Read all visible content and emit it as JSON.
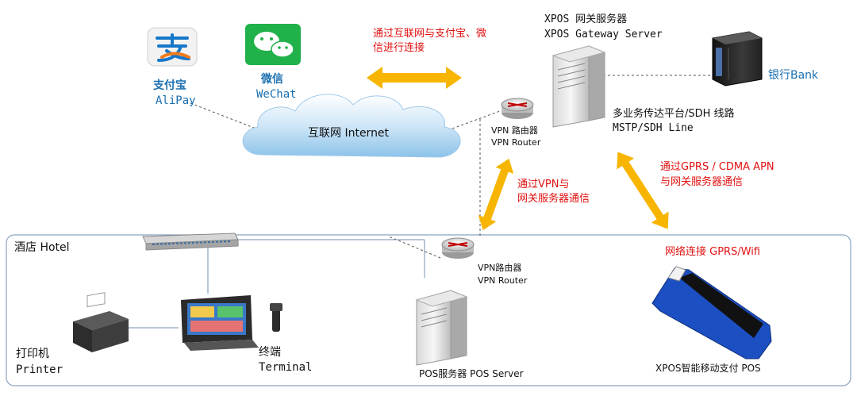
{
  "hotel": {
    "label": "酒店 Hotel"
  },
  "alipay": {
    "label_cn": "支付宝",
    "label_en": "AliPay"
  },
  "wechat": {
    "label_cn": "微信",
    "label_en": "WeChat"
  },
  "internet": {
    "label": "互联网 Internet"
  },
  "internet_link": {
    "line1": "通过互联网与支付宝、微",
    "line2": "信进行连接"
  },
  "gateway": {
    "label_cn": "XPOS 网关服务器",
    "label_en": "XPOS Gateway Server"
  },
  "bank": {
    "label": "银行Bank"
  },
  "mstp": {
    "line1": "多业务传达平台/SDH 线路",
    "line2": "MSTP/SDH Line"
  },
  "vpn_router_top": {
    "line1": "VPN 路由器",
    "line2": "VPN Router"
  },
  "vpn_link": {
    "line1": "通过VPN与",
    "line2": "网关服务器通信"
  },
  "gprs_link": {
    "line1": "通过GPRS / CDMA APN",
    "line2": "与网关服务器通信"
  },
  "vpn_router_hotel": {
    "line1": "VPN路由器",
    "line2": "VPN  Router"
  },
  "network_connect": {
    "label": "网络连接 GPRS/Wifi"
  },
  "printer": {
    "label_cn": "打印机",
    "label_en": "Printer"
  },
  "terminal": {
    "label_cn": "终端",
    "label_en": "Terminal"
  },
  "pos_server": {
    "label": "POS服务器   POS Server"
  },
  "mobile_pos": {
    "label": "XPOS智能移动支付   POS"
  },
  "colors": {
    "arrow": "#f7b500",
    "accent_blue": "#1a6fb0",
    "accent_red": "#e01010",
    "hotel_border": "#8aa4c0"
  }
}
